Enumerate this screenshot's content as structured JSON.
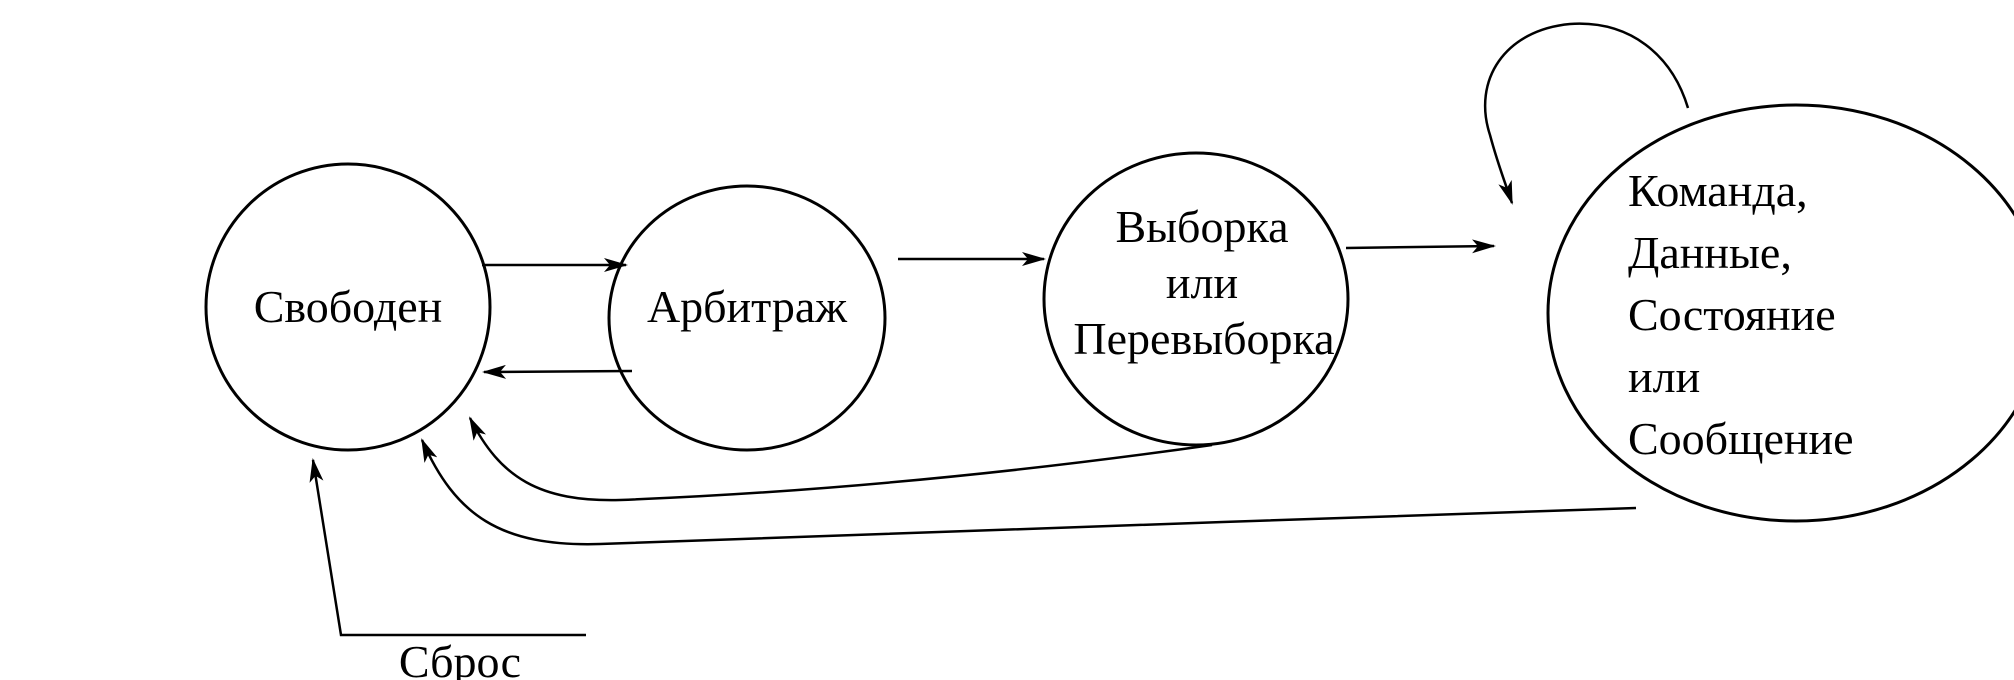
{
  "states": {
    "idle": "Свободен",
    "arbitration": "Арбитраж",
    "selection": [
      "Выборка",
      "или",
      "Перевыборка"
    ],
    "transfer": [
      "Команда,",
      "Данные,",
      "Состояние",
      "или",
      "Сообщение"
    ]
  },
  "reset_label": "Сброс",
  "colors": {
    "ink": "#000000",
    "background": "#ffffff"
  }
}
